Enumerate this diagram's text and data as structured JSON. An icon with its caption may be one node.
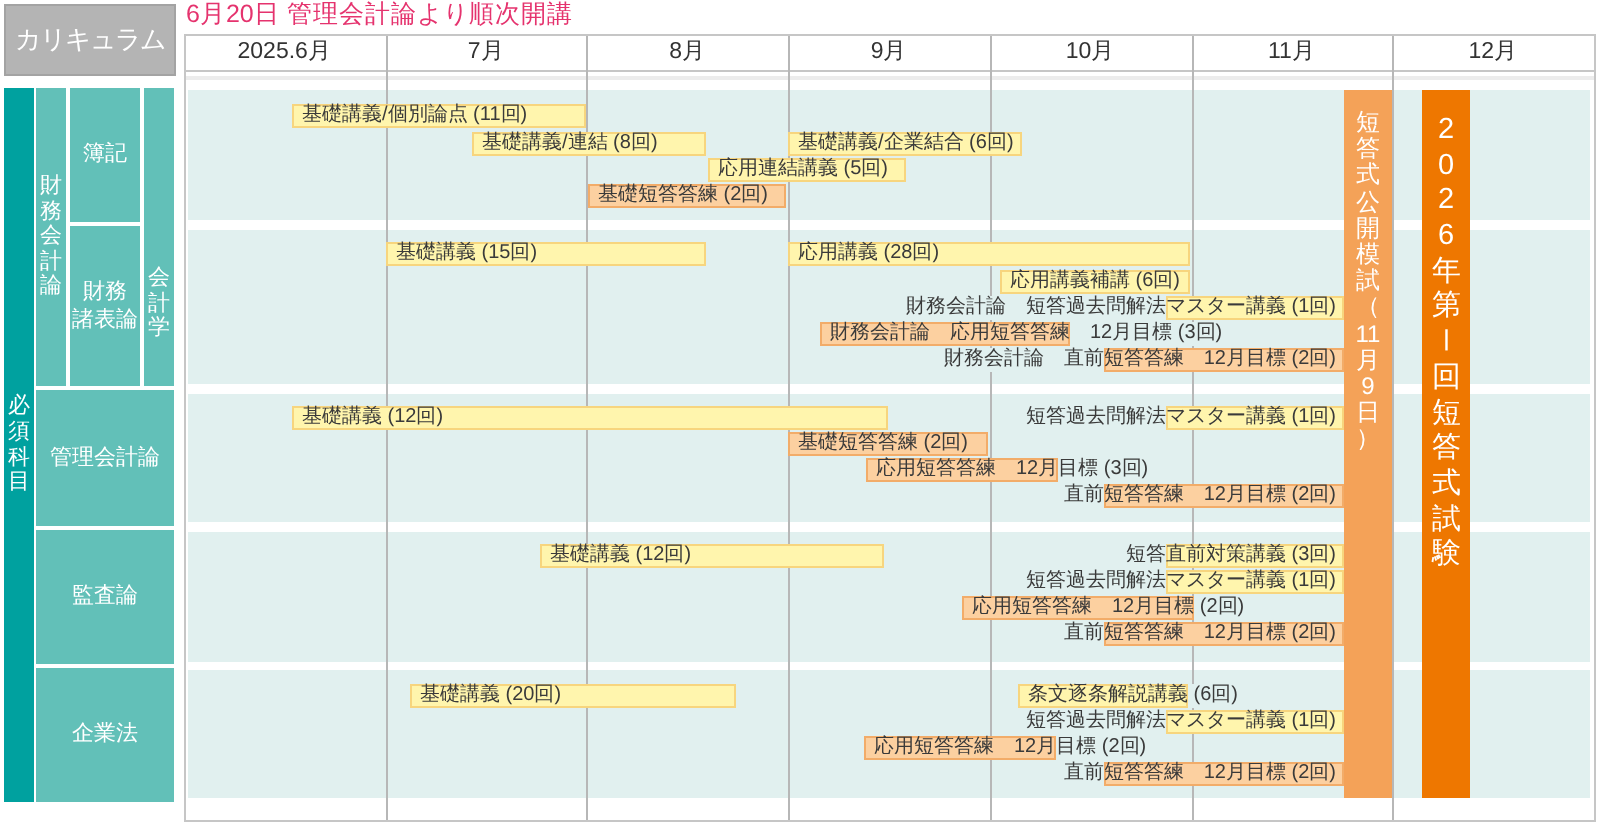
{
  "diagram": {
    "title": "6月20日 管理会計論より順次開講",
    "nodes": [
      {
        "text": [
          "カリキュラム"
        ]
      },
      {
        "text": [
          "必須科目"
        ]
      },
      {
        "text": [
          "財務会計論"
        ]
      },
      {
        "text": [
          "簿記"
        ]
      },
      {
        "text": [
          "財務諸表論"
        ]
      },
      {
        "text": [
          "会計学"
        ]
      },
      {
        "text": [
          "管理会計論"
        ]
      },
      {
        "text": [
          "監査論"
        ]
      },
      {
        "text": [
          "企業法"
        ]
      },
      {
        "text": [
          "基礎講義/個別論点 (11回)"
        ]
      },
      {
        "text": [
          "基礎講義/連結 (8回)"
        ]
      },
      {
        "text": [
          "基礎講義/企業結合 (6回)"
        ]
      },
      {
        "text": [
          "応用連結講義 (5回)"
        ]
      },
      {
        "text": [
          "基礎短答答練 (2回)"
        ]
      },
      {
        "text": [
          "基礎講義 (15回)"
        ]
      },
      {
        "text": [
          "応用講義 (28回)"
        ]
      },
      {
        "text": [
          "応用講義補講 (6回)"
        ]
      },
      {
        "text": [
          "財務会計論　短答過去問解法マスター講義 (1回)"
        ]
      },
      {
        "text": [
          "財務会計論　応用短答答練　12月目標 (3回)"
        ]
      },
      {
        "text": [
          "財務会計論　直前短答答練　12月目標 (2回)"
        ]
      },
      {
        "text": [
          "基礎講義 (12回)"
        ]
      },
      {
        "text": [
          "短答過去問解法マスター講義 (1回)"
        ]
      },
      {
        "text": [
          "基礎短答答練 (2回)"
        ]
      },
      {
        "text": [
          "応用短答答練　12月目標 (3回)"
        ]
      },
      {
        "text": [
          "直前短答答練　12月目標 (2回)"
        ]
      },
      {
        "text": [
          "基礎講義 (12回)"
        ]
      },
      {
        "text": [
          "短答直前対策講義 (3回)"
        ]
      },
      {
        "text": [
          "短答過去問解法マスター講義 (1回)"
        ]
      },
      {
        "text": [
          "応用短答答練　12月目標 (2回)"
        ]
      },
      {
        "text": [
          "直前短答答練　12月目標 (2回)"
        ]
      },
      {
        "text": [
          "基礎講義 (20回)"
        ]
      },
      {
        "text": [
          "条文逐条解説講義 (6回)"
        ]
      },
      {
        "text": [
          "短答過去問解法マスター講義 (1回)"
        ]
      },
      {
        "text": [
          "応用短答答練　12月目標 (2回)"
        ]
      },
      {
        "text": [
          "直前短答答練　12月目標 (2回)"
        ]
      },
      {
        "text": [
          "短答式公開模試（11月9日）"
        ]
      },
      {
        "text": [
          "2026年第Ⅰ回短答式試験"
        ]
      }
    ],
    "labels": [
      "2025.6月",
      "7月",
      "8月",
      "9月",
      "10月",
      "11月",
      "12月"
    ]
  }
}
